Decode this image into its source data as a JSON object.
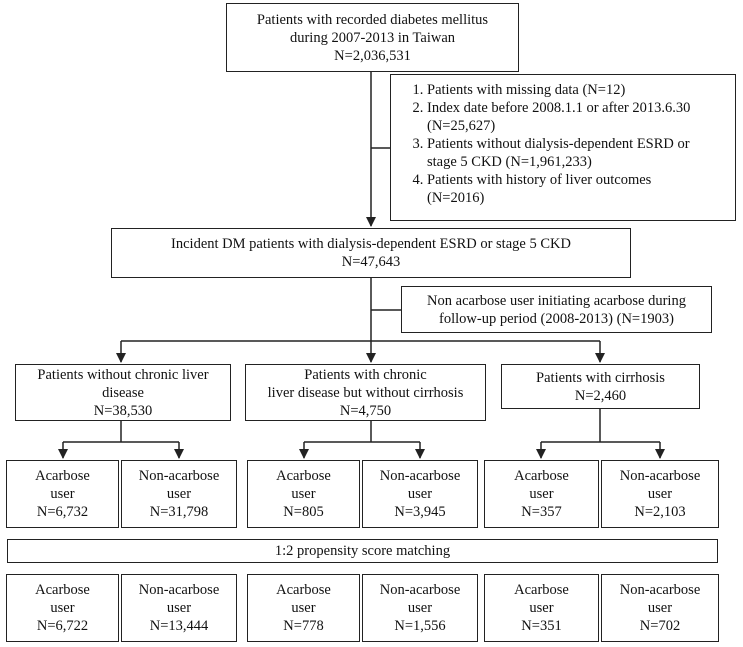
{
  "top": {
    "line1": "Patients with recorded diabetes mellitus",
    "line2": "during 2007-2013 in Taiwan",
    "line3": "N=2,036,531"
  },
  "exclusions": [
    {
      "line1": "Patients with missing data (N=12)",
      "line2": ""
    },
    {
      "line1": "Index date before 2008.1.1 or after 2013.6.30",
      "line2": "(N=25,627)"
    },
    {
      "line1": "Patients without dialysis-dependent ESRD or",
      "line2": "stage 5 CKD (N=1,961,233)"
    },
    {
      "line1": "Patients with history of liver outcomes",
      "line2": "(N=2016)"
    }
  ],
  "incident": {
    "line1": "Incident DM patients with dialysis-dependent ESRD or stage 5 CKD",
    "line2": "N=47,643"
  },
  "non_acarbose_note": {
    "line1": "Non acarbose user initiating acarbose during",
    "line2": "follow-up period (2008-2013) (N=1903)"
  },
  "groups": {
    "no_liver": {
      "line1": "Patients without chronic liver",
      "line2": "disease",
      "line3": "N=38,530"
    },
    "liver_no_cirrhosis": {
      "line1": "Patients with chronic",
      "line2": "liver disease but without cirrhosis",
      "line3": "N=4,750"
    },
    "cirrhosis": {
      "line1": "Patients with cirrhosis",
      "line2": "N=2,460"
    }
  },
  "pre_match": [
    {
      "line1": "Acarbose",
      "line2": "user",
      "line3": "N=6,732"
    },
    {
      "line1": "Non-acarbose",
      "line2": "user",
      "line3": "N=31,798"
    },
    {
      "line1": "Acarbose",
      "line2": "user",
      "line3": "N=805"
    },
    {
      "line1": "Non-acarbose",
      "line2": "user",
      "line3": "N=3,945"
    },
    {
      "line1": "Acarbose",
      "line2": "user",
      "line3": "N=357"
    },
    {
      "line1": "Non-acarbose",
      "line2": "user",
      "line3": "N=2,103"
    }
  ],
  "matching_label": "1:2 propensity score matching",
  "post_match": [
    {
      "line1": "Acarbose",
      "line2": "user",
      "line3": "N=6,722"
    },
    {
      "line1": "Non-acarbose",
      "line2": "user",
      "line3": "N=13,444"
    },
    {
      "line1": "Acarbose",
      "line2": "user",
      "line3": "N=778"
    },
    {
      "line1": "Non-acarbose",
      "line2": "user",
      "line3": "N=1,556"
    },
    {
      "line1": "Acarbose",
      "line2": "user",
      "line3": "N=351"
    },
    {
      "line1": "Non-acarbose",
      "line2": "user",
      "line3": "N=702"
    }
  ]
}
